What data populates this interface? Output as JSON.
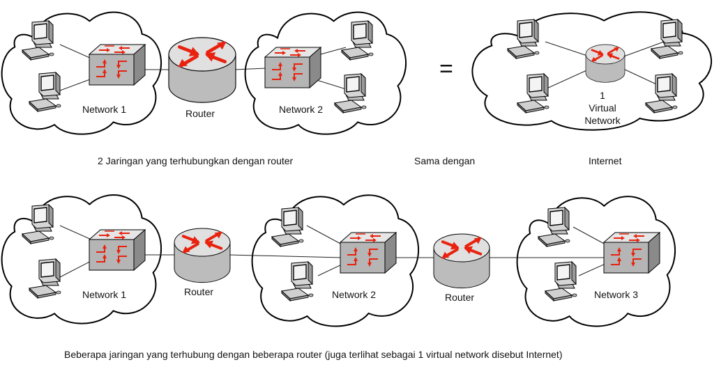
{
  "top_section": {
    "cloud_left_label": "Network 1",
    "router_label": "Router",
    "cloud_right_label": "Network 2",
    "equals_sign": "=",
    "virtual_network": {
      "line1": "1",
      "line2": "Virtual",
      "line3": "Network"
    },
    "caption_left": "2 Jaringan yang terhubungkan dengan router",
    "caption_middle": "Sama dengan",
    "caption_right": "Internet"
  },
  "bottom_section": {
    "cloud_1_label": "Network 1",
    "router_1_label": "Router",
    "cloud_2_label": "Network 2",
    "router_2_label": "Router",
    "cloud_3_label": "Network 3",
    "caption": "Beberapa jaringan yang terhubung dengan beberapa router (juga terlihat sebagai 1 virtual network disebut Internet)"
  },
  "colors": {
    "arrow_red": "#e8220e",
    "device_gray": "#c8c8c8",
    "outline": "#000000"
  }
}
